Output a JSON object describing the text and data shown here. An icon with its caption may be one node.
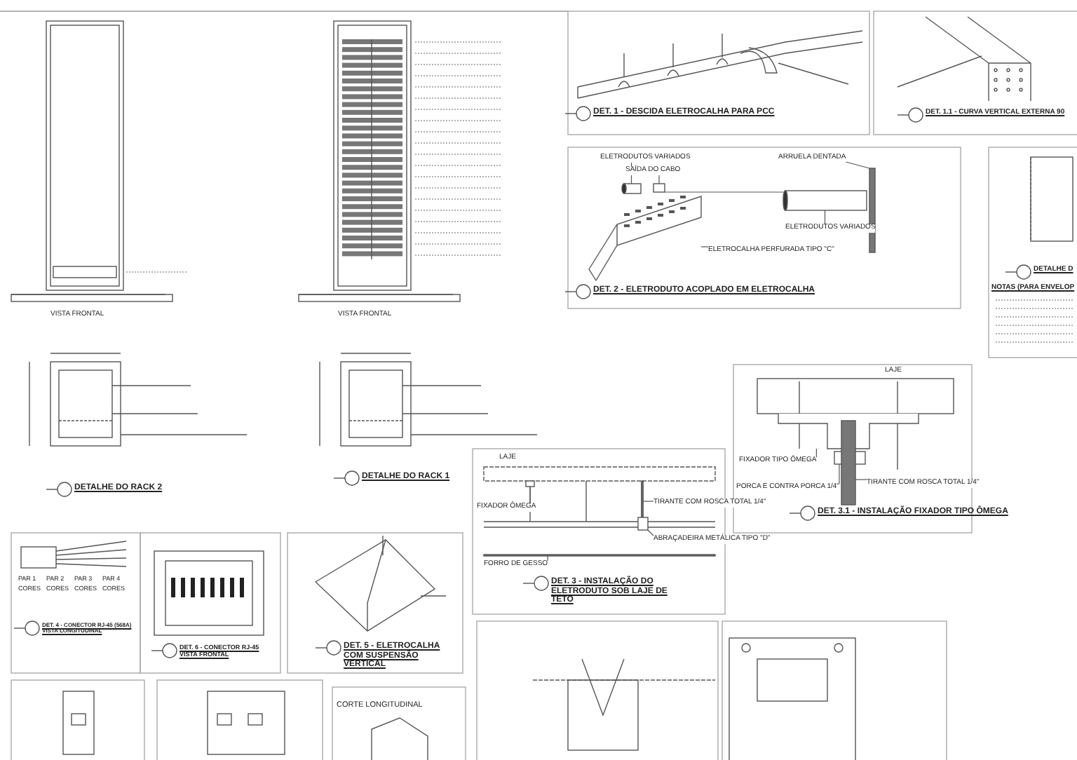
{
  "diagram": {
    "nodes": [
      {
        "text": [
          "ELETRODUTOS VARIADOS"
        ]
      },
      {
        "text": [
          "SAÍDA DO CABO"
        ]
      },
      {
        "text": [
          "ARRUELA DENTADA"
        ]
      },
      {
        "text": [
          "ELETRODUTOS VARIADOS"
        ]
      },
      {
        "text": [
          "ELETROCALHA PERFURADA TIPO \"C\""
        ]
      },
      {
        "text": [
          "FIXADOR TIPO ÔMEGA"
        ]
      },
      {
        "text": [
          "PORCA E CONTRA PORCA 1/4\""
        ]
      },
      {
        "text": [
          "TIRANTE COM ROSCA TOTAL 1/4\""
        ]
      },
      {
        "text": [
          "FIXADOR ÔMEGA"
        ]
      },
      {
        "text": [
          "TIRANTE COM ROSCA TOTAL 1/4\""
        ]
      },
      {
        "text": [
          "ABRAÇADEIRA METÁLICA TIPO \"D\""
        ]
      },
      {
        "text": [
          "FORRO DE GESSO"
        ]
      },
      {
        "text": [],
        "shape": "cylinder"
      },
      {
        "text": [],
        "shape": "box"
      },
      {
        "text": [],
        "shape": "bar"
      },
      {
        "text": [],
        "shape": "cylinder"
      },
      {
        "text": [],
        "shape": "picture"
      },
      {
        "text": [],
        "shape": "picture"
      },
      {
        "text": [],
        "shape": "box"
      },
      {
        "text": [],
        "shape": "bar"
      },
      {
        "text": [],
        "shape": "box"
      },
      {
        "text": [],
        "shape": "bar"
      },
      {
        "text": [],
        "shape": "box"
      },
      {
        "text": [],
        "shape": "bar"
      }
    ],
    "edges": [
      {
        "from": 0,
        "to": 12,
        "arrow": "none"
      },
      {
        "from": 1,
        "to": 13,
        "arrow": "none"
      },
      {
        "from": 2,
        "to": 14,
        "arrow": "none"
      },
      {
        "from": 3,
        "to": 15,
        "arrow": "none"
      },
      {
        "from": 4,
        "to": 16,
        "arrow": "none"
      },
      {
        "from": 5,
        "to": 17,
        "arrow": "none"
      },
      {
        "from": 6,
        "to": 18,
        "arrow": "none"
      },
      {
        "from": 7,
        "to": 19,
        "arrow": "none"
      },
      {
        "from": 8,
        "to": 20,
        "arrow": "none"
      },
      {
        "from": 9,
        "to": 21,
        "arrow": "none"
      },
      {
        "from": 10,
        "to": 22,
        "arrow": "none"
      },
      {
        "from": 11,
        "to": 23,
        "arrow": "none"
      },
      {
        "from": 13,
        "to": 15,
        "arrow": "none"
      }
    ],
    "labels": [
      "DET. 1 - DESCIDA ELETROCALHA PARA PCC",
      "DET. 1.1 - CURVA VERTICAL EXTERNA 90",
      "DET. 2 - ELETRODUTO ACOPLADO EM ELETROCALHA",
      "DETALHE D",
      "NOTAS (PARA ENVELOP",
      "VISTA FRONTAL",
      "VISTA FRONTAL",
      "LAJE",
      "DETALHE DO RACK 2",
      "DETALHE DO RACK 1",
      "LAJE",
      "DET. 3.1 - INSTALAÇÃO FIXADOR TIPO ÔMEGA",
      "DET. 3 - INSTALAÇÃO DO ELETRODUTO SOB LAJE DE TETO",
      "PAR 1",
      "PAR 2",
      "PAR 3",
      "PAR 4",
      "CORES",
      "CORES",
      "CORES",
      "CORES",
      "DET. 4 - CONECTOR RJ-45 (568A) VISTA LONGITUDINAL",
      "DET. 6 - CONECTOR RJ-45 VISTA FRONTAL",
      "DET. 5 - ELETROCALHA COM SUSPENSÃO VERTICAL",
      "CORTE LONGITUDINAL"
    ]
  }
}
